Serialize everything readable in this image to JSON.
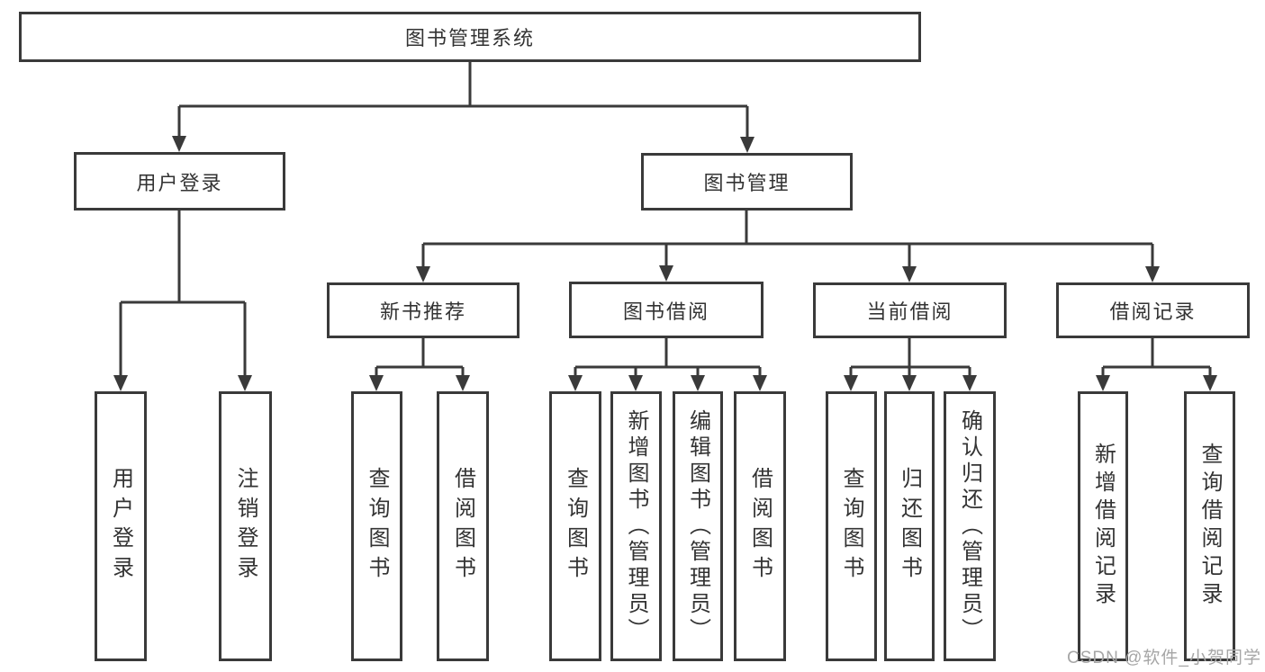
{
  "diagram": {
    "watermark": "CSDN @软件_小贺同学",
    "colors": {
      "line": "#3a3a3a",
      "box_border": "#3a3a3a",
      "text": "#333333",
      "background": "#ffffff",
      "watermark": "#a6a6a6"
    },
    "tree": {
      "label": "图书管理系统",
      "children": [
        {
          "label": "用户登录",
          "children": [
            {
              "label": "用户登录"
            },
            {
              "label": "注销登录"
            }
          ]
        },
        {
          "label": "图书管理",
          "children": [
            {
              "label": "新书推荐",
              "children": [
                {
                  "label": "查询图书"
                },
                {
                  "label": "借阅图书"
                }
              ]
            },
            {
              "label": "图书借阅",
              "children": [
                {
                  "label": "查询图书"
                },
                {
                  "label": "新增图书（管理员）"
                },
                {
                  "label": "编辑图书（管理员）"
                },
                {
                  "label": "借阅图书"
                }
              ]
            },
            {
              "label": "当前借阅",
              "children": [
                {
                  "label": "查询图书"
                },
                {
                  "label": "归还图书"
                },
                {
                  "label": "确认归还（管理员）"
                }
              ]
            },
            {
              "label": "借阅记录",
              "children": [
                {
                  "label": "新增借阅记录"
                },
                {
                  "label": "查询借阅记录"
                }
              ]
            }
          ]
        }
      ]
    }
  }
}
